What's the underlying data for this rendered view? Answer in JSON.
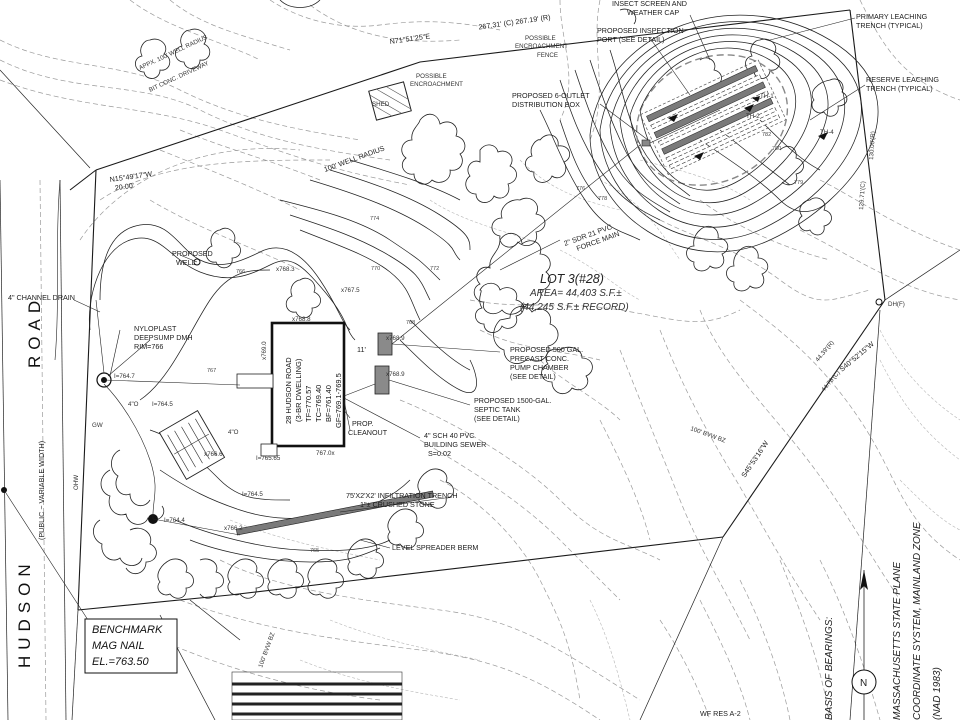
{
  "road": {
    "name": "HUDSON",
    "name2": "ROAD",
    "width": "(PUBLIC ~ VARIABLE WIDTH)",
    "ohw": "OHW",
    "gw": "GW"
  },
  "lot": {
    "title": "LOT 3(#28)",
    "area": "AREA= 44,403 S.F.±",
    "record": "(44,245 S.F.± RECORD)"
  },
  "benchmark": {
    "line1": "BENCHMARK",
    "line2": "MAG NAIL",
    "line3": "EL.=763.50"
  },
  "bearings": {
    "b1": "N71°51'25\"E",
    "b1_dist": "267.31' (C)  267.19' (R)",
    "b2": "N15°49'17\"W",
    "b2_dist": "20.00'",
    "b3": "S40°52'15\"W",
    "b3_dist": "44.39'(R)",
    "b3_dist2": "44.78'(C)",
    "b4": "S45°53'16\"W",
    "b5": "129.71'(C)",
    "b6": "130.00'(R)"
  },
  "building": {
    "line1": "28 HUDSON ROAD",
    "line2": "(3-BR DWELLING)",
    "line3": "TF=770.57",
    "line4": "TC=769.40",
    "line5": "BF=761.40",
    "line6": "GF=769.1-769.5",
    "dim_top": "x768.8",
    "dim_left": "x769.0"
  },
  "labels": {
    "insect": "INSECT SCREEN AND",
    "weather": "WEATHER CAP",
    "inspection1": "PROPOSED INSPECTION",
    "inspection2": "PORT (SEE DETAIL)",
    "dbox1": "PROPOSED 6-OUTLET",
    "dbox2": "DISTRIBUTION BOX",
    "primary1": "PRIMARY LEACHING",
    "primary2": "TRENCH (TYPICAL)",
    "reserve1": "RESERVE LEACHING",
    "reserve2": "TRENCH (TYPICAL)",
    "encroach1": "POSSIBLE",
    "encroach2": "ENCROACHMENT",
    "encroach3": "FENCE",
    "encroach4": "POSSIBLE",
    "encroach5": "ENCROACHMENT",
    "shed": "SHED",
    "well_radius": "100' WELL RADIUS",
    "well_radius2": "APPX. 100' WELL RADIUS",
    "bit_drive": "BIT CONC. DRIVEWAY",
    "well1": "PROPOSED",
    "well2": "WELL",
    "channel": "4\" CHANNEL DRAIN",
    "nylo1": "NYLOPLAST",
    "nylo2": "DEEPSUMP DMH",
    "nylo3": "RIM=766",
    "force": "2\" SDR 21 PVC",
    "force2": "FORCE MAIN",
    "pump1": "PROPOSED 500 GAL.",
    "pump2": "PRECAST CONC.",
    "pump3": "PUMP CHAMBER",
    "pump4": "(SEE DETAIL)",
    "septic1": "PROPOSED 1500-GAL.",
    "septic2": "SEPTIC TANK",
    "septic3": "(SEE DETAIL)",
    "sewer1": "4\" SCH 40 PVC",
    "sewer2": "BUILDING SEWER",
    "sewer3": "S=0.02",
    "cleanout1": "PROP.",
    "cleanout2": "CLEANOUT",
    "infil1": "75'X2'X2' INFILTRATION TRENCH",
    "infil2": "1\"± CRUSHED STONE",
    "berm": "LEVEL SPREADER BERM",
    "eleven": "11'",
    "spot1": "x767.5",
    "spot2": "x768.3",
    "spot3": "x768.9",
    "spot4": "x768.9",
    "spot5": "x766.6",
    "spot6": "767.0x",
    "spot7": "x766.2",
    "inv1": "I=764.7",
    "inv2": "I=764.5",
    "inv3": "I=764.5",
    "inv4": "I=764.4",
    "inv5": "I=765.65",
    "c4": "4\"O",
    "c4b": "4\"O",
    "dh": "DH(F)",
    "wf": "WF RES A-2",
    "bvw": "100' BVW BZ",
    "bvw2": "100' BVW BZ"
  },
  "contours": {
    "c766": "766",
    "c767": "767",
    "c768": "768",
    "c770": "770",
    "c772": "772",
    "c774": "774",
    "c776": "776",
    "c778": "778",
    "c779": "779",
    "c780": "780",
    "c782": "782",
    "c765": "765"
  },
  "legend": {
    "basis": "BASIS OF BEARINGS:",
    "state": "MASSACHUSETTS STATE PLANE",
    "system": "COORDINATE SYSTEM, MAINLAND ZONE",
    "nad": "(NAD 1983)",
    "north": "N"
  }
}
